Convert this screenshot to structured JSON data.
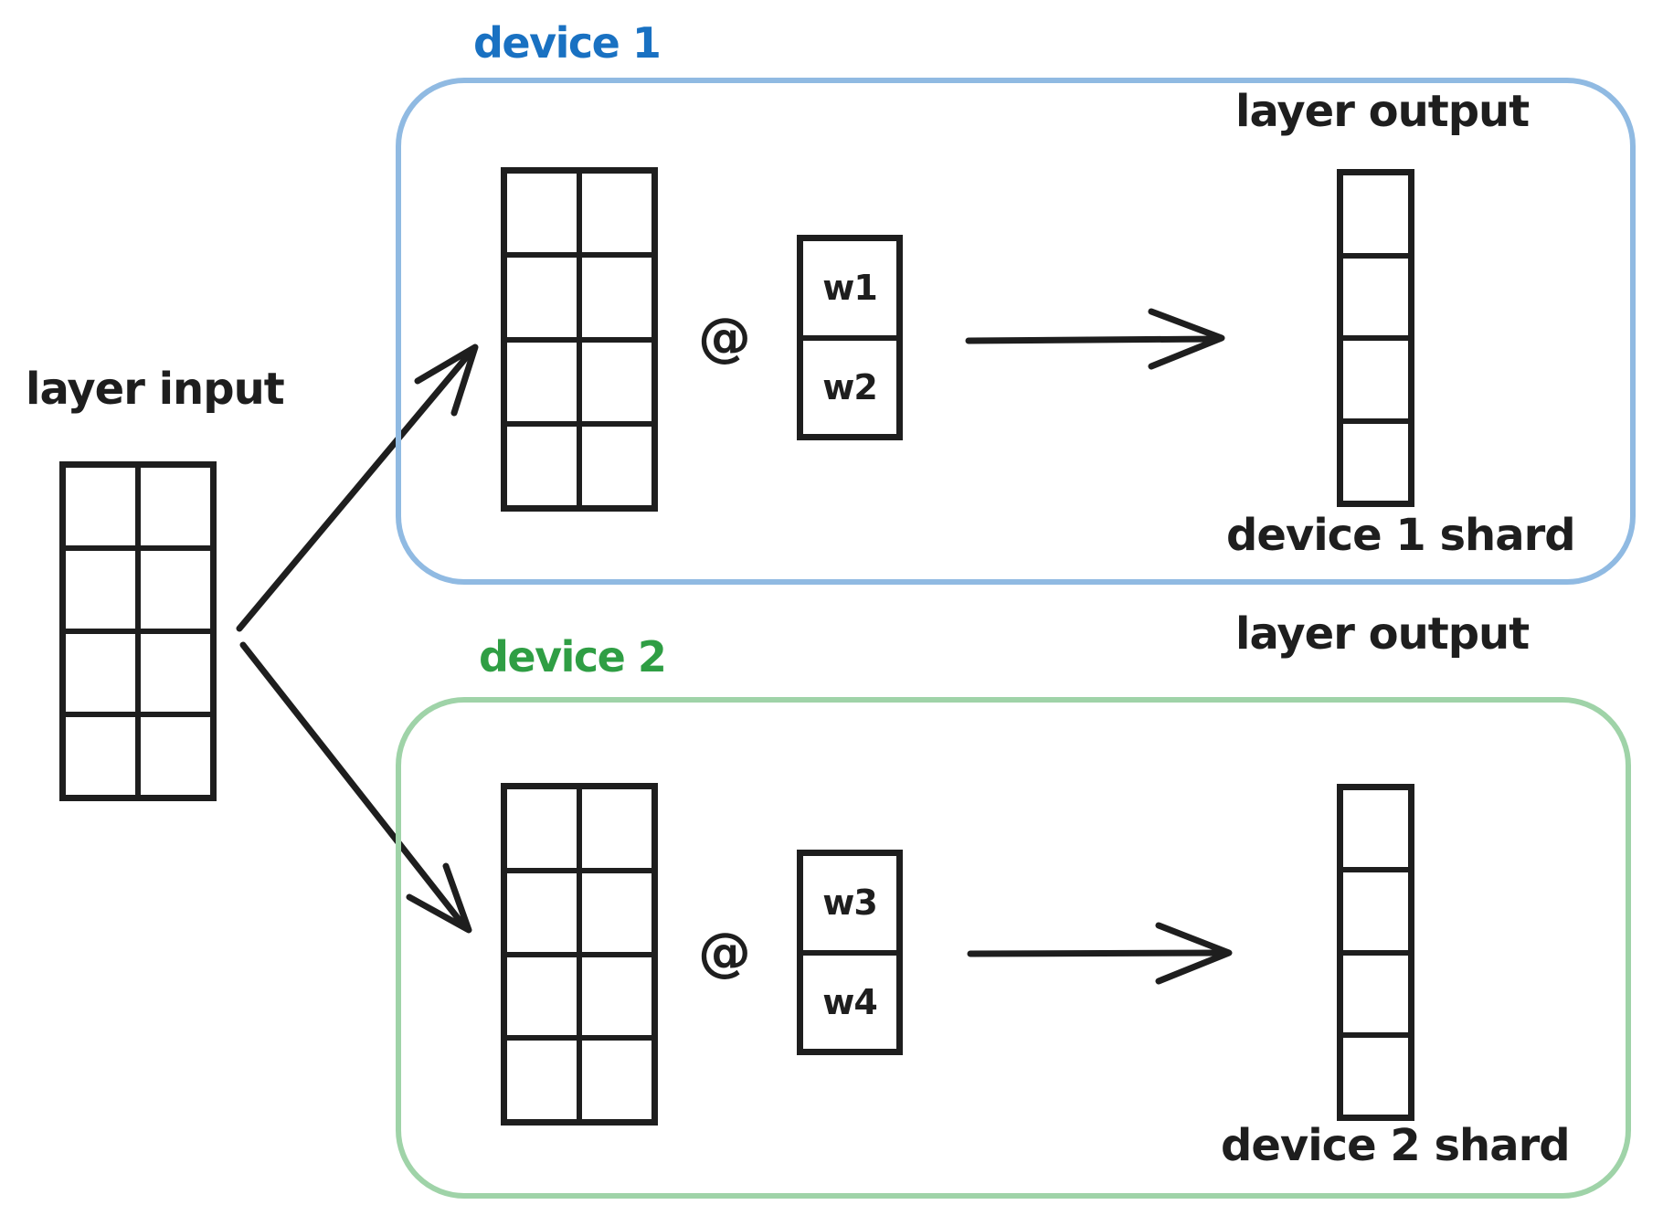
{
  "colors": {
    "background": "#ffffff",
    "ink": "#1e1e1e",
    "device1_accent": "#1971c2",
    "device1_border": "#90bae2",
    "device2_accent": "#2f9e44",
    "device2_border": "#9fd3a8"
  },
  "labels": {
    "layer_input": "layer input",
    "matmul_operator": "@"
  },
  "input_matrix": {
    "rows": 4,
    "cols": 2
  },
  "device1": {
    "title": "device 1",
    "activation_matrix": {
      "rows": 4,
      "cols": 2
    },
    "weights": [
      "w1",
      "w2"
    ],
    "layer_output_label": "layer output",
    "output_vector": {
      "rows": 4,
      "cols": 1
    },
    "shard_label": "device 1 shard"
  },
  "device2": {
    "title": "device 2",
    "activation_matrix": {
      "rows": 4,
      "cols": 2
    },
    "weights": [
      "w3",
      "w4"
    ],
    "layer_output_label": "layer output",
    "output_vector": {
      "rows": 4,
      "cols": 1
    },
    "shard_label": "device 2 shard"
  }
}
